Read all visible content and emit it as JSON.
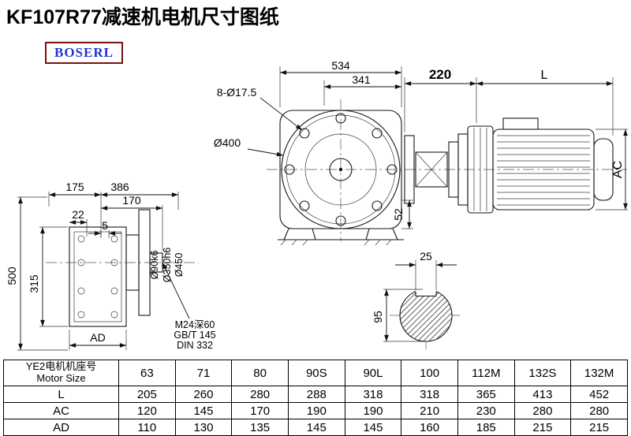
{
  "page": {
    "title": "KF107R77减速机电机尺寸图纸",
    "brand": "BOSERL"
  },
  "dims": {
    "front": {
      "total": "534",
      "inner": "341",
      "bolt_holes": "8-Ø17.5",
      "flange_dia": "Ø400",
      "foot": "52"
    },
    "motor": {
      "adapter_len": "220",
      "motor_len": "L",
      "motor_height": "AC"
    },
    "side": {
      "w175": "175",
      "w386": "386",
      "w170": "170",
      "w22": "22",
      "w5": "5",
      "h500": "500",
      "h315": "315",
      "shaft_dia": "Ø90k6",
      "spigot_dia": "Ø350h6",
      "flange_dia": "Ø450",
      "ad": "AD",
      "tap_hole": "M24深60",
      "std_gb": "GB/T 145",
      "std_din": "DIN 332"
    },
    "section": {
      "key_width": "25",
      "height": "95"
    }
  },
  "table": {
    "row_header_cn": "YE2电机机座号",
    "row_header_en": "Motor Size",
    "sizes": [
      "63",
      "71",
      "80",
      "90S",
      "90L",
      "100",
      "112M",
      "132S",
      "132M"
    ],
    "rows": [
      {
        "label": "L",
        "values": [
          "205",
          "260",
          "280",
          "288",
          "318",
          "318",
          "365",
          "413",
          "452"
        ]
      },
      {
        "label": "AC",
        "values": [
          "120",
          "145",
          "170",
          "190",
          "190",
          "210",
          "230",
          "280",
          "280"
        ]
      },
      {
        "label": "AD",
        "values": [
          "110",
          "130",
          "135",
          "145",
          "145",
          "160",
          "185",
          "215",
          "215"
        ]
      }
    ]
  }
}
